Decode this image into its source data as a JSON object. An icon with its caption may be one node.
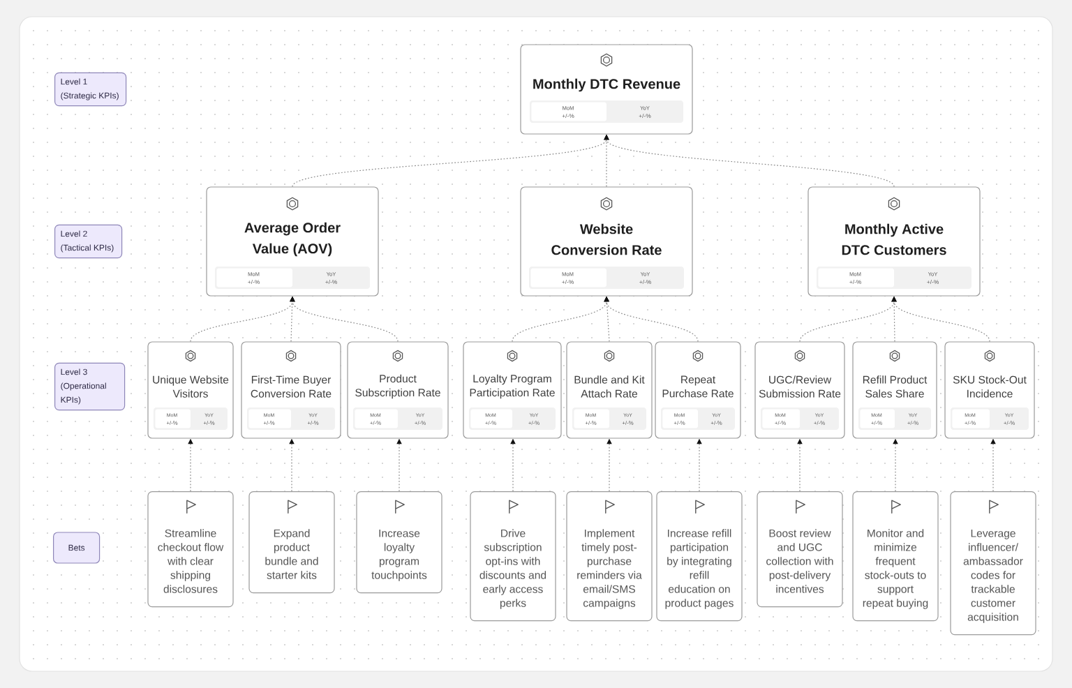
{
  "diagram": {
    "nodes": [
      {
        "text": [
          "Level 1 (Strategic KPIs)"
        ]
      },
      {
        "text": [
          "Monthly DTC Revenue",
          "MoM",
          "+/-%",
          "YoY",
          "+/-%"
        ]
      },
      {
        "text": [
          "Level 2 (Tactical KPIs)"
        ]
      },
      {
        "text": [
          "Average Order Value (AOV)",
          "MoM",
          "+/-%",
          "YoY",
          "+/-%"
        ]
      },
      {
        "text": [
          "Website Conversion Rate",
          "MoM",
          "+/-%",
          "YoY",
          "+/-%"
        ]
      },
      {
        "text": [
          "Monthly Active DTC Customers",
          "MoM",
          "+/-%",
          "YoY",
          "+/-%"
        ]
      },
      {
        "text": [
          "Level 3 (Operational KPIs)"
        ]
      },
      {
        "text": [
          "Unique Website Visitors",
          "MoM",
          "+/-%",
          "YoY",
          "+/-%"
        ]
      },
      {
        "text": [
          "First-Time Buyer Conversion Rate",
          "MoM",
          "+/-%",
          "YoY",
          "+/-%"
        ]
      },
      {
        "text": [
          "Product Subscription Rate",
          "MoM",
          "+/-%",
          "YoY",
          "+/-%"
        ]
      },
      {
        "text": [
          "Loyalty Program Participation Rate",
          "MoM",
          "+/-%",
          "YoY",
          "+/-%"
        ]
      },
      {
        "text": [
          "Bundle and Kit Attach Rate",
          "MoM",
          "+/-%",
          "YoY",
          "+/-%"
        ]
      },
      {
        "text": [
          "Repeat Purchase Rate",
          "MoM",
          "+/-%",
          "YoY",
          "+/-%"
        ]
      },
      {
        "text": [
          "UGC/Review Submission Rate",
          "MoM",
          "+/-%",
          "YoY",
          "+/-%"
        ]
      },
      {
        "text": [
          "Refill Product Sales Share",
          "MoM",
          "+/-%",
          "YoY",
          "+/-%"
        ]
      },
      {
        "text": [
          "SKU Stock-Out Incidence",
          "MoM",
          "+/-%",
          "YoY",
          "+/-%"
        ]
      },
      {
        "text": [
          "Bets"
        ]
      },
      {
        "text": [
          "Streamline checkout flow with clear shipping disclosures"
        ]
      },
      {
        "text": [
          "Expand product bundle and starter kits"
        ]
      },
      {
        "text": [
          "Increase loyalty program touchpoints"
        ]
      },
      {
        "text": [
          "Drive subscription opt-ins with discounts and early access perks"
        ]
      },
      {
        "text": [
          "Implement timely post-purchase reminders via email/SMS campaigns"
        ]
      },
      {
        "text": [
          "Increase refill participation by integrating refill education on product pages"
        ]
      },
      {
        "text": [
          "Boost review and UGC collection with post-delivery incentives"
        ]
      },
      {
        "text": [
          "Monitor and minimize frequent stock-outs to support repeat buying"
        ]
      },
      {
        "text": [
          "Leverage influencer/ambassador codes for trackable customer acquisition"
        ]
      }
    ],
    "edges": [
      {
        "from": 3,
        "to": 1,
        "arrow": "to",
        "style": "dashed"
      },
      {
        "from": 4,
        "to": 1,
        "arrow": "to",
        "style": "dashed"
      },
      {
        "from": 5,
        "to": 1,
        "arrow": "to",
        "style": "dashed"
      },
      {
        "from": 7,
        "to": 3,
        "arrow": "to",
        "style": "dashed"
      },
      {
        "from": 8,
        "to": 3,
        "arrow": "to",
        "style": "dashed"
      },
      {
        "from": 9,
        "to": 3,
        "arrow": "to",
        "style": "dashed"
      },
      {
        "from": 10,
        "to": 4,
        "arrow": "to",
        "style": "dashed"
      },
      {
        "from": 11,
        "to": 4,
        "arrow": "to",
        "style": "dashed"
      },
      {
        "from": 12,
        "to": 4,
        "arrow": "to",
        "style": "dashed"
      },
      {
        "from": 13,
        "to": 5,
        "arrow": "to",
        "style": "dashed"
      },
      {
        "from": 14,
        "to": 5,
        "arrow": "to",
        "style": "dashed"
      },
      {
        "from": 15,
        "to": 5,
        "arrow": "to",
        "style": "dashed"
      },
      {
        "from": 17,
        "to": 7,
        "arrow": "to",
        "style": "dashed"
      },
      {
        "from": 18,
        "to": 8,
        "arrow": "to",
        "style": "dashed"
      },
      {
        "from": 19,
        "to": 9,
        "arrow": "to",
        "style": "dashed"
      },
      {
        "from": 20,
        "to": 10,
        "arrow": "to",
        "style": "dashed"
      },
      {
        "from": 21,
        "to": 11,
        "arrow": "to",
        "style": "dashed"
      },
      {
        "from": 22,
        "to": 12,
        "arrow": "to",
        "style": "dashed"
      },
      {
        "from": 23,
        "to": 13,
        "arrow": "to",
        "style": "dashed"
      },
      {
        "from": 24,
        "to": 14,
        "arrow": "to",
        "style": "dashed"
      },
      {
        "from": 25,
        "to": 15,
        "arrow": "to",
        "style": "dashed"
      }
    ]
  }
}
